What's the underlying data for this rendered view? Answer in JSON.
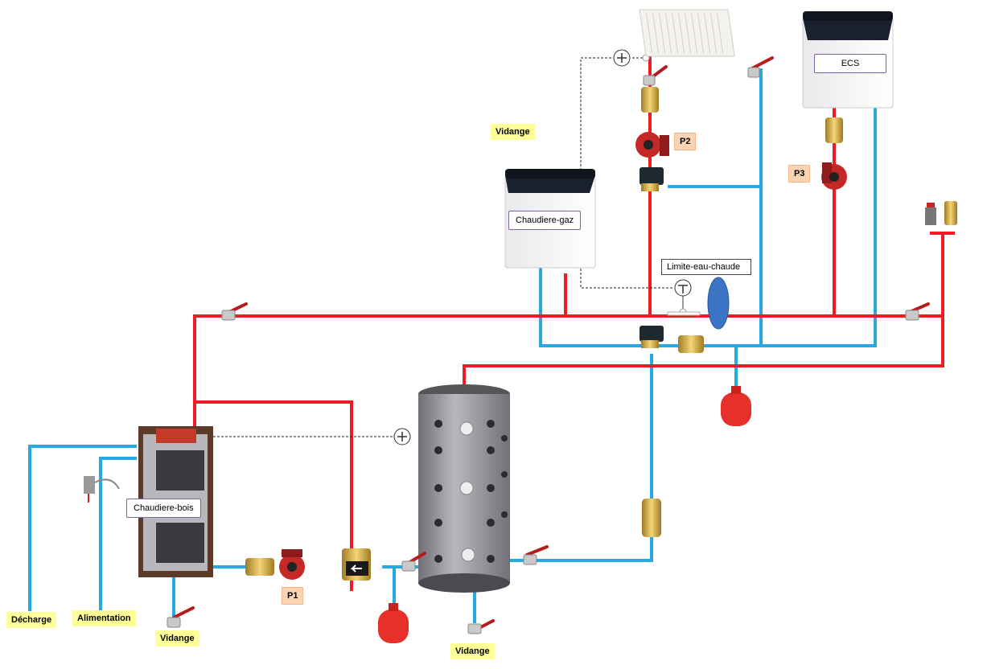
{
  "title": "Schéma hydraulique chaudière bois + chaudière gaz + ballon tampon",
  "colors": {
    "hot": "#ee1c25",
    "cold": "#29a9e1",
    "label_yellow": "#ffff99",
    "label_pump": "#fbd4b4",
    "vessel": "#e8302a"
  },
  "equipment": {
    "gas_boiler": "Chaudiere-gaz",
    "wood_boiler": "Chaudiere-bois",
    "dhw": "ECS",
    "hot_water_limit": "Limite-eau-chaude"
  },
  "pumps": [
    "P1",
    "P2",
    "P3"
  ],
  "labels": {
    "drain_top": "Vidange",
    "drain_wood": "Vidange",
    "drain_tank": "Vidange",
    "discharge": "Décharge",
    "supply": "Alimentation"
  },
  "icons": {
    "thermostat": "T-circle",
    "radiator": "radiator",
    "ball_valve": "ball-valve",
    "check_valve": "check-valve",
    "mixing_valve": "three-way-valve",
    "expansion_vessel": "expansion-vessel"
  }
}
